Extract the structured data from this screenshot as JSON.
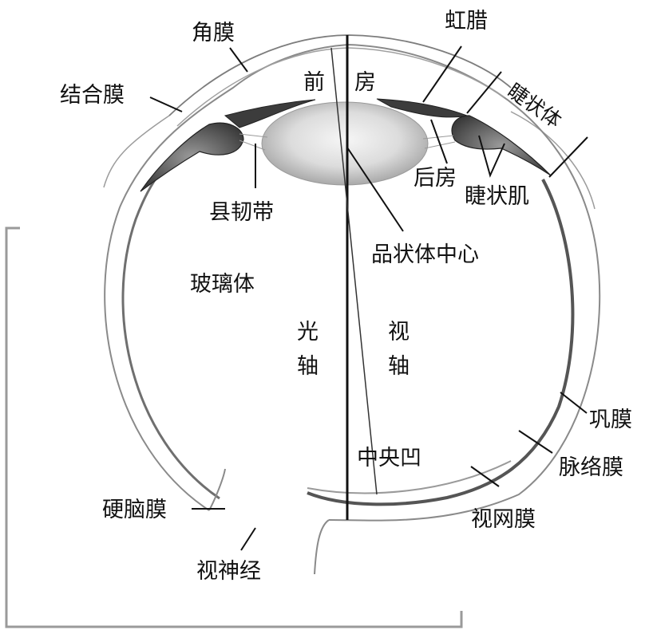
{
  "labels": {
    "cornea": "角膜",
    "conjunctiva": "结合膜",
    "anterior_chamber_left": "前",
    "anterior_chamber_right": "房",
    "iris": "虹腊",
    "ciliary_body": "睫状体",
    "posterior_chamber": "后房",
    "ciliary_muscle": "睫状肌",
    "zonule": "县韧带",
    "lens_center": "品状体中心",
    "vitreous": "玻璃体",
    "optical_axis_1": "光",
    "optical_axis_2": "轴",
    "visual_axis_1": "视",
    "visual_axis_2": "轴",
    "sclera": "巩膜",
    "choroid": "脉络膜",
    "fovea": "中央凹",
    "retina": "视网膜",
    "dura_mater": "硬脑膜",
    "optic_nerve": "视神经"
  }
}
